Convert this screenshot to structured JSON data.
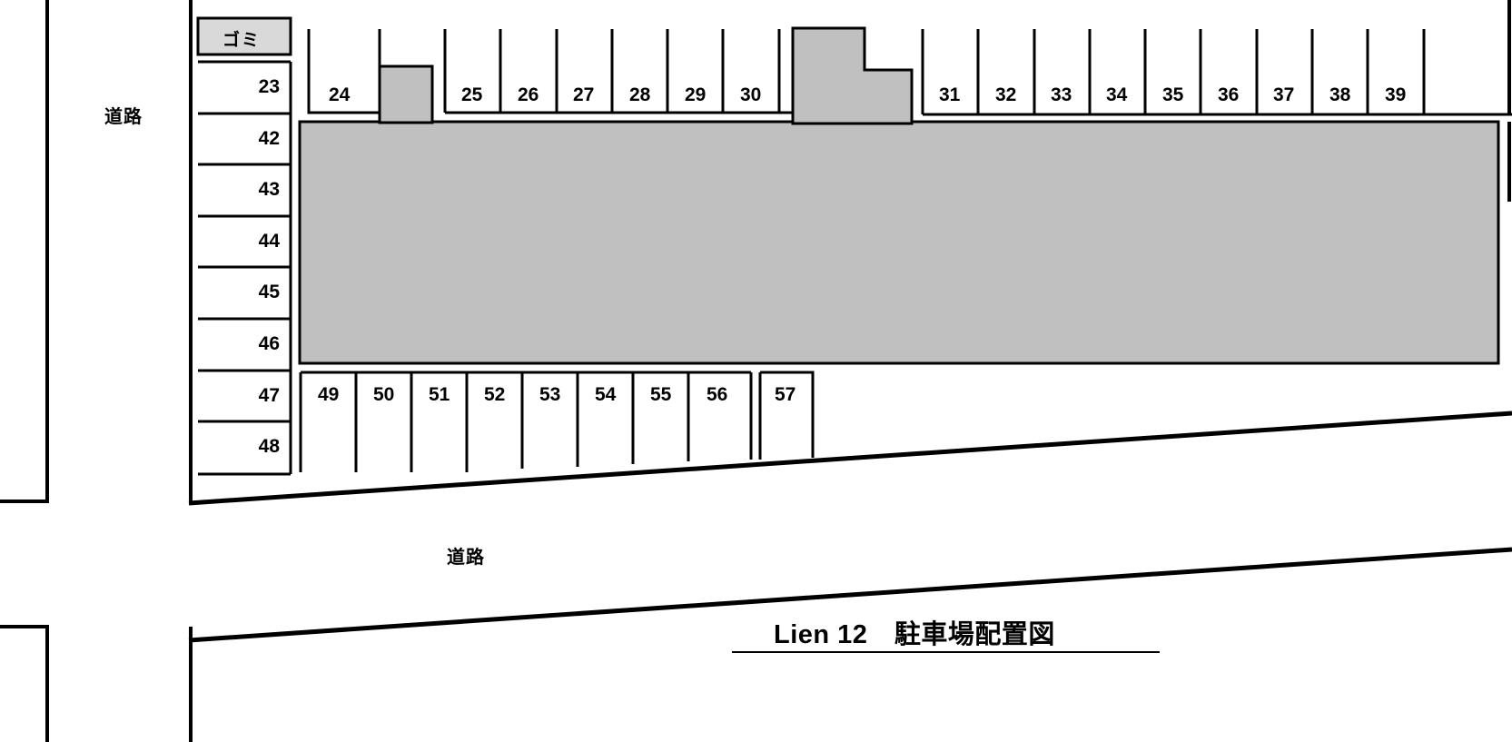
{
  "title": {
    "text": "Lien 12　駐車場配置図"
  },
  "labels": {
    "road_left": "道路",
    "road_bottom": "道路",
    "trash": "ゴミ"
  },
  "colors": {
    "building_fill": "#c0c0c0",
    "trash_fill": "#d9d9d9",
    "line": "#000000",
    "background": "#ffffff"
  },
  "left_column": {
    "name": "left-stall-column",
    "stalls": [
      {
        "id": "gomi",
        "label": "ゴミ",
        "type": "trash"
      },
      {
        "id": "23",
        "label": "23",
        "type": "stall"
      },
      {
        "id": "42",
        "label": "42",
        "type": "stall"
      },
      {
        "id": "43",
        "label": "43",
        "type": "stall"
      },
      {
        "id": "44",
        "label": "44",
        "type": "stall"
      },
      {
        "id": "45",
        "label": "45",
        "type": "stall"
      },
      {
        "id": "46",
        "label": "46",
        "type": "stall"
      },
      {
        "id": "47",
        "label": "47",
        "type": "stall"
      },
      {
        "id": "48",
        "label": "48",
        "type": "stall"
      }
    ]
  },
  "top_row": {
    "name": "top-stall-row",
    "stalls": [
      {
        "id": "24",
        "label": "24"
      },
      {
        "id": "25",
        "label": "25"
      },
      {
        "id": "26",
        "label": "26"
      },
      {
        "id": "27",
        "label": "27"
      },
      {
        "id": "28",
        "label": "28"
      },
      {
        "id": "29",
        "label": "29"
      },
      {
        "id": "30",
        "label": "30"
      },
      {
        "id": "31",
        "label": "31"
      },
      {
        "id": "32",
        "label": "32"
      },
      {
        "id": "33",
        "label": "33"
      },
      {
        "id": "34",
        "label": "34"
      },
      {
        "id": "35",
        "label": "35"
      },
      {
        "id": "36",
        "label": "36"
      },
      {
        "id": "37",
        "label": "37"
      },
      {
        "id": "38",
        "label": "38"
      },
      {
        "id": "39",
        "label": "39"
      }
    ]
  },
  "bottom_row": {
    "name": "bottom-stall-row",
    "stalls": [
      {
        "id": "49",
        "label": "49"
      },
      {
        "id": "50",
        "label": "50"
      },
      {
        "id": "51",
        "label": "51"
      },
      {
        "id": "52",
        "label": "52"
      },
      {
        "id": "53",
        "label": "53"
      },
      {
        "id": "54",
        "label": "54"
      },
      {
        "id": "55",
        "label": "55"
      },
      {
        "id": "56",
        "label": "56"
      },
      {
        "id": "57",
        "label": "57"
      }
    ]
  }
}
